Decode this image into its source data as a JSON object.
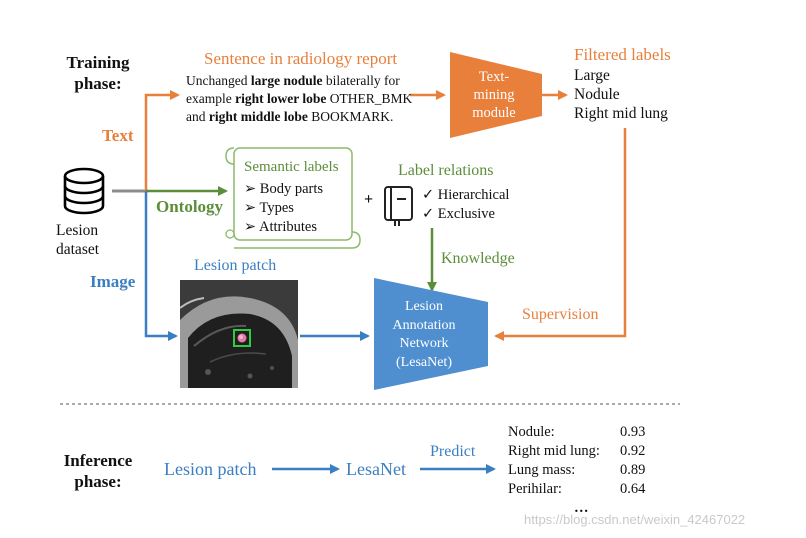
{
  "training": {
    "phase_label_line1": "Training",
    "phase_label_line2": "phase:",
    "sentence_title": "Sentence in radiology report",
    "report_lines": [
      [
        {
          "t": "Unchanged ",
          "b": false
        },
        {
          "t": "large nodule",
          "b": true
        },
        {
          "t": " bilaterally for",
          "b": false
        }
      ],
      [
        {
          "t": "example ",
          "b": false
        },
        {
          "t": "right lower lobe",
          "b": true
        },
        {
          "t": " OTHER_BMK",
          "b": false
        }
      ],
      [
        {
          "t": "and ",
          "b": false
        },
        {
          "t": "right middle lobe",
          "b": true
        },
        {
          "t": " BOOKMARK.",
          "b": false
        }
      ]
    ],
    "text_mining_module": [
      "Text-",
      "mining",
      "module"
    ],
    "filtered_labels_title": "Filtered labels",
    "filtered_labels": [
      "Large",
      "Nodule",
      "Right mid lung"
    ],
    "text_label": "Text",
    "ontology_label": "Ontology",
    "image_label": "Image",
    "dataset_label_line1": "Lesion",
    "dataset_label_line2": "dataset",
    "semantic_labels_title": "Semantic labels",
    "semantic_items": [
      "Body parts",
      "Types",
      "Attributes"
    ],
    "plus": "+",
    "label_relations_title": "Label relations",
    "relations": [
      "Hierarchical",
      "Exclusive"
    ],
    "knowledge_label": "Knowledge",
    "lesion_patch_label": "Lesion patch",
    "lesanet_box": [
      "Lesion",
      "Annotation",
      "Network",
      "(LesaNet)"
    ],
    "supervision_label": "Supervision"
  },
  "inference": {
    "phase_label_line1": "Inference",
    "phase_label_line2": "phase:",
    "input_label": "Lesion patch",
    "model_label": "LesaNet",
    "predict_label": "Predict",
    "predictions": [
      {
        "label": "Nodule:",
        "score": "0.93"
      },
      {
        "label": "Right mid lung:",
        "score": "0.92"
      },
      {
        "label": "Lung mass:",
        "score": "0.89"
      },
      {
        "label": "Perihilar:",
        "score": "0.64"
      }
    ],
    "ellipsis": "…"
  },
  "watermark": "https://blog.csdn.net/weixin_42467022",
  "colors": {
    "orange": "#E87F3B",
    "green": "#5C8E3A",
    "blue": "#3A7FC1",
    "gray": "#8C8C8C",
    "box_blue": "#4F8FD0"
  },
  "icons": [
    "database-icon",
    "scroll-icon",
    "book-icon",
    "check-icon",
    "arrow-bullet-icon"
  ]
}
